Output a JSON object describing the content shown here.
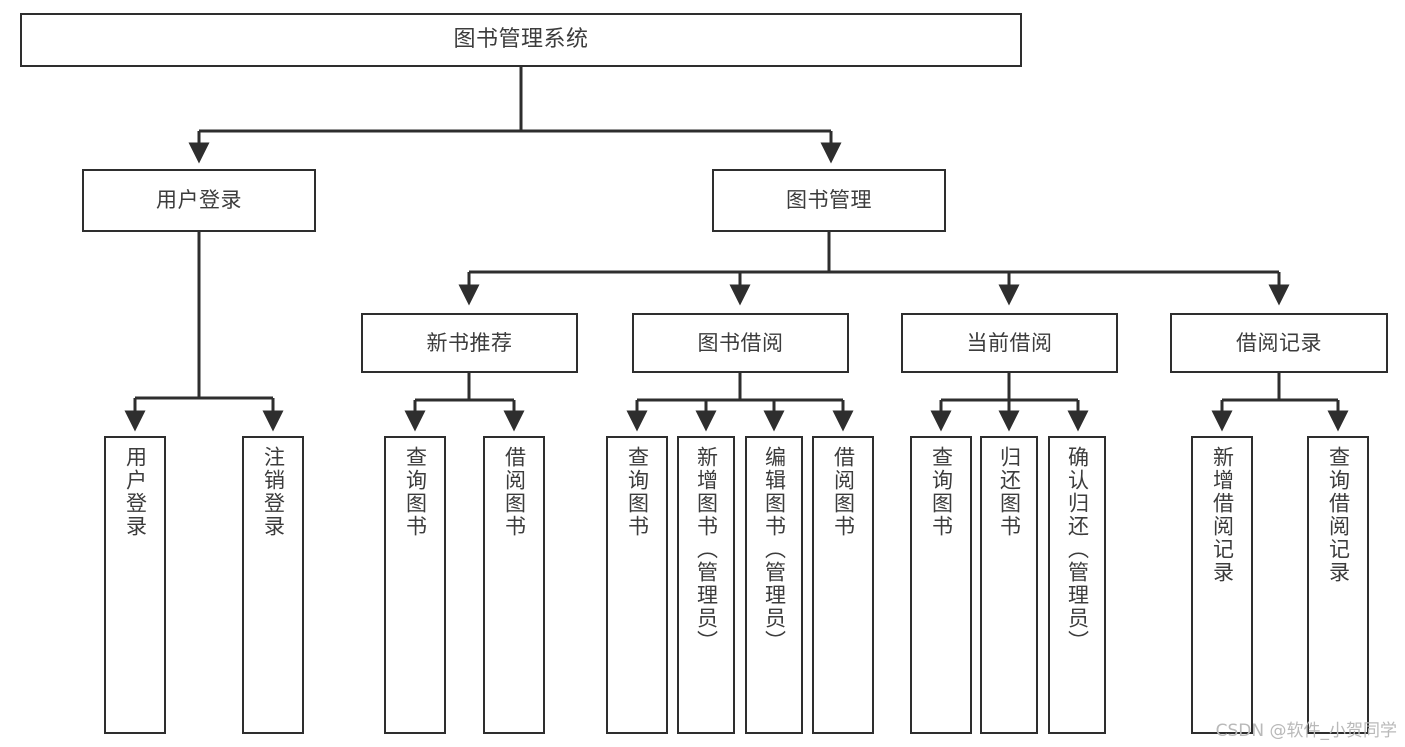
{
  "diagram": {
    "type": "tree-hierarchy-chart",
    "title": "图书管理系统",
    "watermark": "CSDN @软件_小贺同学",
    "colors": {
      "box_border": "#2e2e2e",
      "box_fill": "#ffffff",
      "text": "#3c3c3c",
      "connector": "#2e2e2e",
      "watermark": "#b9b9b9",
      "background": "#ffffff"
    },
    "levels": {
      "root": {
        "label": "图书管理系统"
      },
      "level2": [
        {
          "label": "用户登录"
        },
        {
          "label": "图书管理"
        }
      ],
      "level3": [
        {
          "label": "新书推荐"
        },
        {
          "label": "图书借阅"
        },
        {
          "label": "当前借阅"
        },
        {
          "label": "借阅记录"
        }
      ],
      "leaves": {
        "user_login": [
          {
            "label": "用户登录"
          },
          {
            "label": "注销登录"
          }
        ],
        "new_book_recommend": [
          {
            "label": "查询图书"
          },
          {
            "label": "借阅图书"
          }
        ],
        "book_borrow": [
          {
            "label": "查询图书"
          },
          {
            "label": "新增图书（管理员）"
          },
          {
            "label": "编辑图书（管理员）"
          },
          {
            "label": "借阅图书"
          }
        ],
        "current_borrow": [
          {
            "label": "查询图书"
          },
          {
            "label": "归还图书"
          },
          {
            "label": "确认归还（管理员）"
          }
        ],
        "borrow_record": [
          {
            "label": "新增借阅记录"
          },
          {
            "label": "查询借阅记录"
          }
        ]
      }
    }
  }
}
